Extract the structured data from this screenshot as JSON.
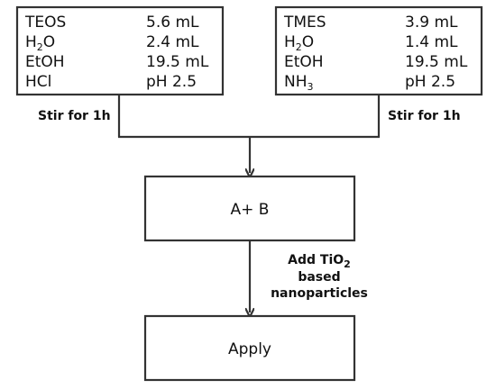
{
  "reagent_box_a": {
    "rows": [
      {
        "name": "TEOS",
        "name_sub": "",
        "name_after": "",
        "value": "5.6 mL"
      },
      {
        "name": "H",
        "name_sub": "2",
        "name_after": "O",
        "value": "2.4 mL"
      },
      {
        "name": "EtOH",
        "name_sub": "",
        "name_after": "",
        "value": "19.5 mL"
      },
      {
        "name": "HCl",
        "name_sub": "",
        "name_after": "",
        "value": "pH 2.5"
      }
    ]
  },
  "reagent_box_b": {
    "rows": [
      {
        "name": "TMES",
        "name_sub": "",
        "name_after": "",
        "value": "3.9 mL"
      },
      {
        "name": "H",
        "name_sub": "2",
        "name_after": "O",
        "value": "1.4 mL"
      },
      {
        "name": "EtOH",
        "name_sub": "",
        "name_after": "",
        "value": "19.5 mL"
      },
      {
        "name": "NH",
        "name_sub": "3",
        "name_after": "",
        "value": "pH 2.5"
      }
    ]
  },
  "steps": {
    "stir_left": "Stir for 1h",
    "stir_right": "Stir for 1h",
    "mix_box": "A+ B",
    "add_line1_prefix": "Add TiO",
    "add_line1_sub": "2",
    "add_line2": "based",
    "add_line3": "nanoparticles",
    "final_box": "Apply"
  },
  "colors": {
    "line": "#333333",
    "text": "#111111",
    "background": "#ffffff"
  }
}
